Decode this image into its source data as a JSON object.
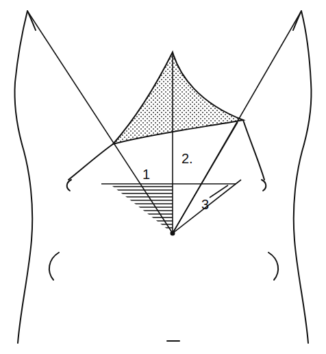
{
  "diagram": {
    "labels": [
      "1",
      "2.",
      "3"
    ]
  }
}
